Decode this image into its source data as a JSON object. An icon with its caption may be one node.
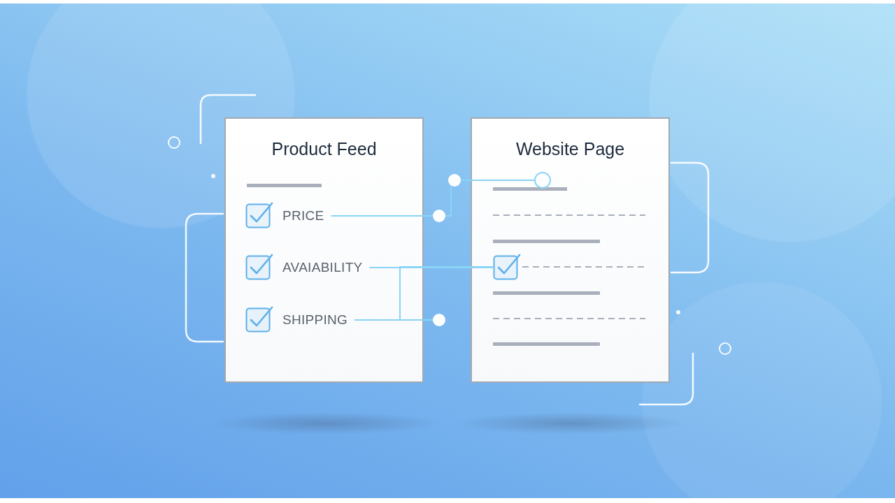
{
  "diagram": {
    "nodes": [
      {
        "text": [
          "Product Feed"
        ]
      },
      {
        "text": [
          "PRICE"
        ],
        "in": 0
      },
      {
        "text": [
          "AVAIABILITY"
        ],
        "in": 0
      },
      {
        "text": [
          "SHIPPING"
        ],
        "in": 0
      },
      {
        "text": [],
        "shape": "circle"
      },
      {
        "text": [],
        "shape": "circle"
      },
      {
        "text": [],
        "shape": "circle"
      },
      {
        "text": [
          "Website Page"
        ]
      },
      {
        "text": [],
        "shape": "circle",
        "in": 7
      },
      {
        "text": [],
        "shape": "box",
        "in": 7
      }
    ],
    "edges": [
      {
        "from": 1,
        "to": 5,
        "arrow": "none"
      },
      {
        "from": 5,
        "to": 4,
        "arrow": "none"
      },
      {
        "from": 4,
        "to": 8,
        "arrow": "none"
      },
      {
        "from": 2,
        "to": 9,
        "arrow": "none"
      },
      {
        "from": 2,
        "to": 6,
        "arrow": "none"
      },
      {
        "from": 3,
        "to": 9,
        "arrow": "none"
      },
      {
        "from": 3,
        "to": 6,
        "arrow": "none"
      }
    ]
  }
}
